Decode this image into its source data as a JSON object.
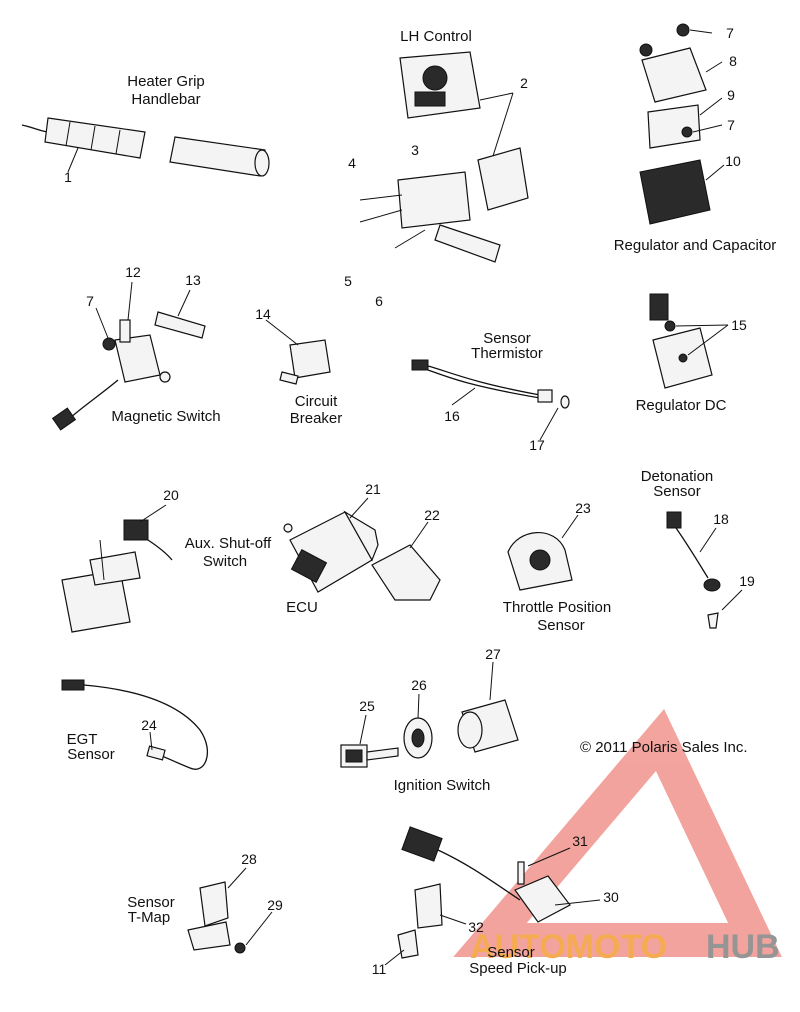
{
  "labels": {
    "heater_grip": [
      "Heater Grip",
      "Handlebar"
    ],
    "lh_control": "LH Control",
    "regulator_capacitor": "Regulator and Capacitor",
    "magnetic_switch": "Magnetic Switch",
    "circuit_breaker": [
      "Circuit",
      "Breaker"
    ],
    "sensor_thermistor": [
      "Sensor",
      "Thermistor"
    ],
    "regulator_dc": "Regulator DC",
    "detonation_sensor": [
      "Detonation",
      "Sensor"
    ],
    "aux_shutoff": [
      "Aux. Shut-off",
      "Switch"
    ],
    "ecu": "ECU",
    "throttle_position": [
      "Throttle Position",
      "Sensor"
    ],
    "egt_sensor": [
      "EGT",
      "Sensor"
    ],
    "ignition_switch": "Ignition Switch",
    "sensor_tmap": [
      "Sensor",
      "T-Map"
    ],
    "sensor_speed": [
      "Sensor",
      "Speed Pick-up"
    ]
  },
  "callouts": {
    "c1": "1",
    "c2": "2",
    "c3": "3",
    "c4": "4",
    "c5": "5",
    "c6": "6",
    "c7a": "7",
    "c7b": "7",
    "c7c": "7",
    "c8": "8",
    "c9": "9",
    "c10": "10",
    "c11": "11",
    "c12": "12",
    "c13": "13",
    "c14": "14",
    "c15": "15",
    "c16": "16",
    "c17": "17",
    "c18": "18",
    "c19": "19",
    "c20": "20",
    "c21": "21",
    "c22": "22",
    "c23": "23",
    "c24": "24",
    "c25": "25",
    "c26": "26",
    "c27": "27",
    "c28": "28",
    "c29": "29",
    "c30": "30",
    "c31": "31",
    "c32": "32"
  },
  "copyright": "© 2011 Polaris Sales Inc.",
  "watermark": {
    "part1": "AUTOMOTO",
    "part2": "HUB",
    "color_red": "#e8473f",
    "color_orange": "#f4a340",
    "color_grey": "#8a8a8a"
  }
}
